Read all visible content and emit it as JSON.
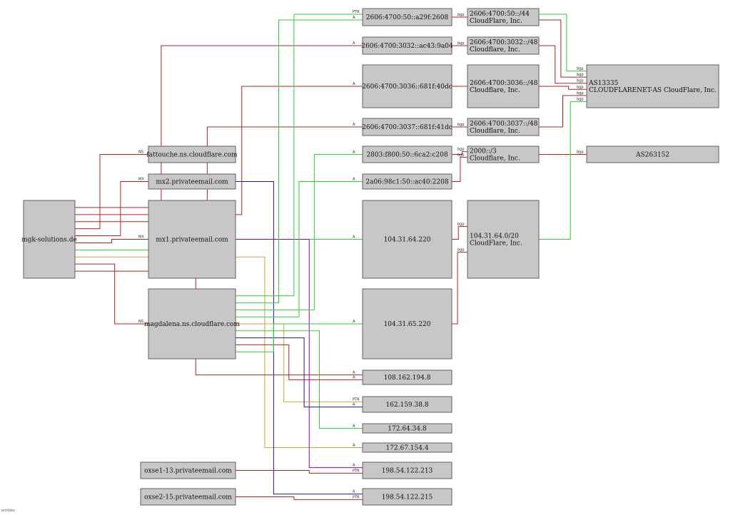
{
  "footer": "entities",
  "colors": {
    "red": "#b22222",
    "green": "#33cc33",
    "blue": "#1a1a99",
    "purple": "#9900aa",
    "orange": "#d4a040"
  },
  "nodes": {
    "mgk": [
      "mgk-solutions.de"
    ],
    "fattouche": [
      "fattouche.ns.cloudflare.com"
    ],
    "mx2": [
      "mx2.privateemail.com"
    ],
    "mx1": [
      "mx1.privateemail.com"
    ],
    "magdalena": [
      "magdalena.ns.cloudflare.com"
    ],
    "oxse1": [
      "oxse1-13.privateemail.com"
    ],
    "oxse2": [
      "oxse2-15.privateemail.com"
    ],
    "ip6_2608": [
      "2606:4700:50::a29f:2608"
    ],
    "ip6_9a04": [
      "2606:4700:3032::ac43:9a04"
    ],
    "ip6_40dc": [
      "2606:4700:3036::681f:40dc"
    ],
    "ip6_41dc": [
      "2606:4700:3037::681f:41dc"
    ],
    "ip6_c208": [
      "2803:f800:50::6ca2:c208"
    ],
    "ip6_2208": [
      "2a06:98c1:50::ac40:2208"
    ],
    "ip_64220": [
      "104.31.64.220"
    ],
    "ip_65220": [
      "104.31.65.220"
    ],
    "ip_108": [
      "108.162.194.8"
    ],
    "ip_162": [
      "162.159.38.8"
    ],
    "ip_172_64": [
      "172.64.34.8"
    ],
    "ip_172_67": [
      "172.67.154.4"
    ],
    "ip_213": [
      "198.54.122.213"
    ],
    "ip_215": [
      "198.54.122.215"
    ],
    "net_44": [
      "2606:4700:50::/44",
      "CloudFlare, Inc."
    ],
    "net_3032": [
      "2606:4700:3032::/48",
      "Cloudflare, Inc."
    ],
    "net_3036": [
      "2606:4700:3036::/48",
      "Cloudflare, Inc."
    ],
    "net_3037": [
      "2606:4700:3037::/48",
      "Cloudflare, Inc."
    ],
    "net_2000": [
      "2000::/3",
      "Cloudflare, Inc."
    ],
    "net_104": [
      "104.31.64.0/20",
      "CloudFlare, Inc."
    ],
    "as13335": [
      "AS13335",
      "CLOUDFLARENET-AS CloudFlare, Inc."
    ],
    "as263152": [
      "AS263152"
    ]
  },
  "edges": [
    {
      "from": "mgk",
      "to": "ip6_9a04",
      "label": "A",
      "color": "red"
    },
    {
      "from": "mgk",
      "to": "ip6_40dc",
      "label": "A",
      "color": "red"
    },
    {
      "from": "mgk",
      "to": "ip6_41dc",
      "label": "A",
      "color": "red"
    },
    {
      "from": "mgk",
      "to": "fattouche",
      "label": "NS",
      "color": "red"
    },
    {
      "from": "mgk",
      "to": "mx2",
      "label": "MX",
      "color": "red"
    },
    {
      "from": "mgk",
      "to": "mx1",
      "label": "MX",
      "color": "red"
    },
    {
      "from": "mgk",
      "to": "ip_64220",
      "label": "A",
      "color": "green"
    },
    {
      "from": "mgk",
      "to": "ip_172_67",
      "label": "A",
      "color": "orange"
    },
    {
      "from": "mgk",
      "to": "magdalena",
      "label": "NS",
      "color": "red"
    },
    {
      "from": "mgk",
      "to": "ip_108",
      "label": "A",
      "color": "red"
    },
    {
      "from": "mx2",
      "to": "ip_215",
      "label": "A",
      "color": "blue"
    },
    {
      "from": "mx1",
      "to": "ip_213",
      "label": "A",
      "color": "purple"
    },
    {
      "from": "magdalena",
      "to": "ip6_2608",
      "label": "PTR",
      "color": "green"
    },
    {
      "from": "magdalena",
      "to": "ip6_2608",
      "label": "A",
      "color": "green"
    },
    {
      "from": "magdalena",
      "to": "ip6_c208",
      "label": "A",
      "color": "green"
    },
    {
      "from": "magdalena",
      "to": "ip6_2208",
      "label": "A",
      "color": "green"
    },
    {
      "from": "magdalena",
      "to": "ip_162",
      "label": "PTR",
      "color": "orange"
    },
    {
      "from": "magdalena",
      "to": "ip_172_64",
      "label": "A",
      "color": "green"
    },
    {
      "from": "magdalena",
      "to": "ip_162",
      "label": "A",
      "color": "blue"
    },
    {
      "from": "magdalena",
      "to": "ip_108",
      "label": "A",
      "color": "red"
    },
    {
      "from": "magdalena",
      "to": "ip_65220",
      "label": "A",
      "color": "green"
    },
    {
      "from": "oxse1",
      "to": "ip_213",
      "label": "PTR",
      "color": "red"
    },
    {
      "from": "oxse2",
      "to": "ip_215",
      "label": "PTR",
      "color": "red"
    },
    {
      "from": "ip6_2608",
      "to": "net_44",
      "label": "bgp",
      "color": "red"
    },
    {
      "from": "ip6_9a04",
      "to": "net_3032",
      "label": "bgp",
      "color": "red"
    },
    {
      "from": "ip6_40dc",
      "to": "net_3036",
      "label": "",
      "color": "red"
    },
    {
      "from": "ip6_41dc",
      "to": "net_3037",
      "label": "bgp",
      "color": "red"
    },
    {
      "from": "ip6_c208",
      "to": "net_2000",
      "label": "bgp",
      "color": "red"
    },
    {
      "from": "ip6_2208",
      "to": "net_2000",
      "label": "bgp",
      "color": "red"
    },
    {
      "from": "ip_64220",
      "to": "net_104",
      "label": "bgp",
      "color": "red"
    },
    {
      "from": "ip_65220",
      "to": "net_104",
      "label": "bgp",
      "color": "red"
    },
    {
      "from": "net_44",
      "to": "as13335",
      "label": "bgp",
      "color": "green"
    },
    {
      "from": "net_44",
      "to": "as13335",
      "label": "bgp",
      "color": "red"
    },
    {
      "from": "net_3032",
      "to": "as13335",
      "label": "bgp",
      "color": "red"
    },
    {
      "from": "net_3036",
      "to": "as13335",
      "label": "bgp",
      "color": "red"
    },
    {
      "from": "net_3037",
      "to": "as13335",
      "label": "bgp",
      "color": "red"
    },
    {
      "from": "net_2000",
      "to": "as263152",
      "label": "bgp",
      "color": "red"
    },
    {
      "from": "net_104",
      "to": "as13335",
      "label": "bgp",
      "color": "green"
    }
  ]
}
